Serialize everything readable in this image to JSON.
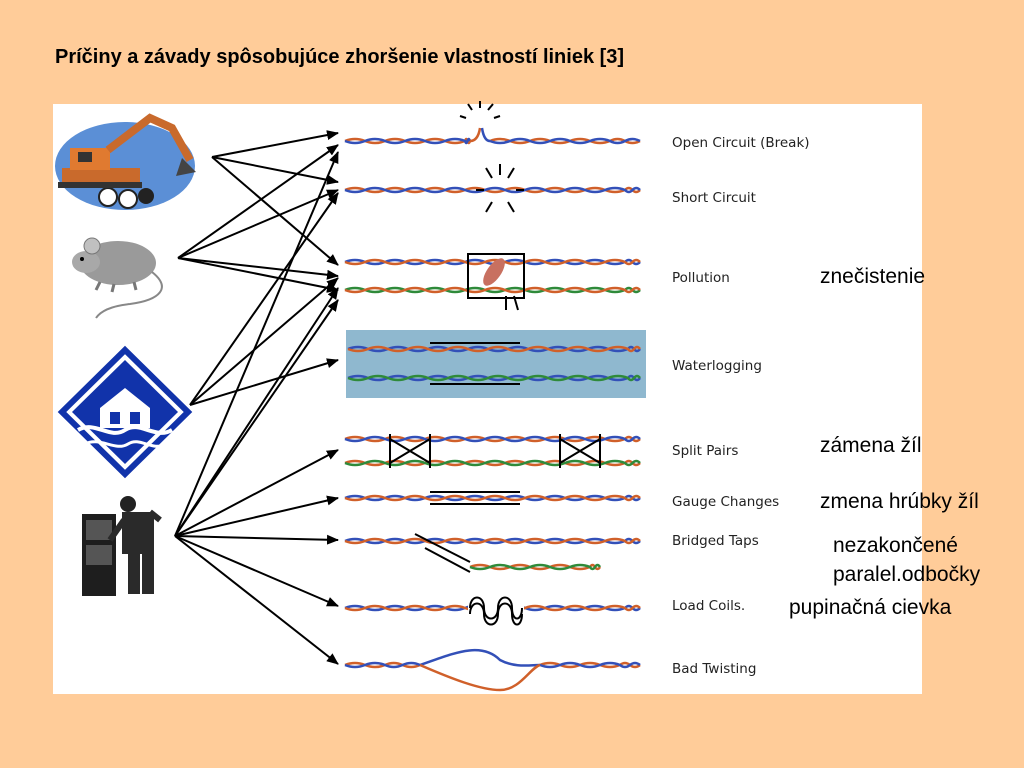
{
  "slide": {
    "title": "Príčiny a závady spôsobujúce zhoršenie vlastností liniek  [3]"
  },
  "causes": [
    {
      "icon": "excavator-icon"
    },
    {
      "icon": "rat-icon"
    },
    {
      "icon": "flood-icon"
    },
    {
      "icon": "technician-icon"
    }
  ],
  "faults": [
    {
      "label": "Open Circuit (Break)"
    },
    {
      "label": "Short Circuit"
    },
    {
      "label": "Pollution"
    },
    {
      "label": "Waterlogging"
    },
    {
      "label": "Split Pairs"
    },
    {
      "label": "Gauge Changes"
    },
    {
      "label": "Bridged Taps"
    },
    {
      "label": "Load Coils."
    },
    {
      "label": "Bad Twisting"
    }
  ],
  "notes": {
    "pollution": "znečistenie",
    "split_pairs": "zámena žíl",
    "gauge_changes": "zmena hrúbky žíl",
    "bridged_taps_line1": "nezakončené",
    "bridged_taps_line2": "paralel.odbočky",
    "load_coils": "pupinačná cievka"
  },
  "colors": {
    "background": "#ffcc99",
    "panel": "#ffffff",
    "wire_blue": "#3350b8",
    "wire_orange": "#d0602a",
    "wire_green": "#2f8a3a",
    "water": "#8fb8cf",
    "flood_icon": "#1133aa"
  }
}
